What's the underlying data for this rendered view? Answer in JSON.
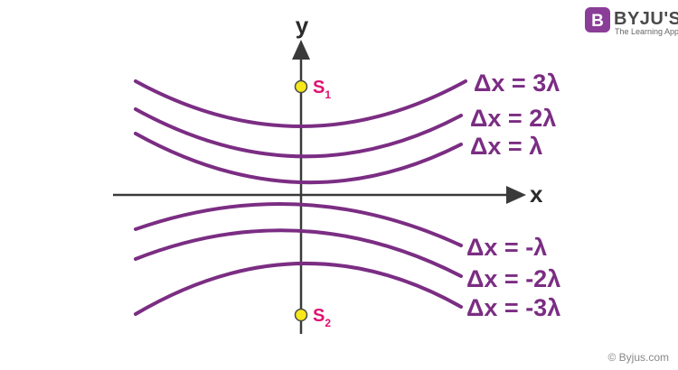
{
  "brand": {
    "name": "BYJU'S",
    "tagline": "The Learning App",
    "logo_letter": "B",
    "color": "#8a3e98"
  },
  "axes": {
    "x_label": "x",
    "y_label": "y"
  },
  "sources": [
    {
      "letter": "S",
      "sub": "1"
    },
    {
      "letter": "S",
      "sub": "2"
    }
  ],
  "curve_labels": [
    "Δx = 3λ",
    "Δx = 2λ",
    "Δx = λ",
    "Δx = -λ",
    "Δx = -2λ",
    "Δx = -3λ"
  ],
  "copyright": "© Byjus.com",
  "colors": {
    "curve": "#7b2d83",
    "label": "#7b2d83",
    "source_label": "#e0116e",
    "source_dot_fill": "#f7e81a",
    "source_dot_stroke": "#4a4a4a",
    "axis": "#3a3a3a"
  }
}
